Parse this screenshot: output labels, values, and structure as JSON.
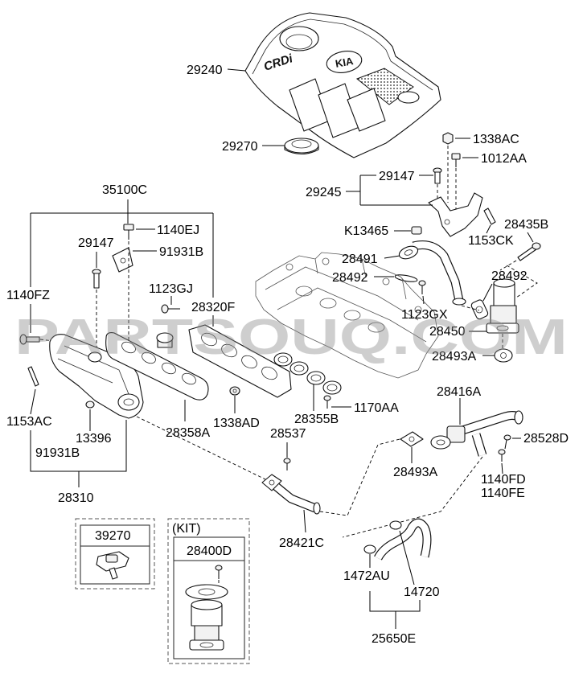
{
  "watermark": "PARTSOUQ.COM",
  "cover": {
    "badge": "CRDi",
    "logo": "KIA"
  },
  "colors": {
    "line": "#000000",
    "watermark": "#8c8c8c",
    "background": "#ffffff"
  },
  "callouts": {
    "engine_cover": "29240",
    "cover_seal": "29270",
    "nut_top": "1338AC",
    "bolt_top": "1012AA",
    "stud_top": "29147",
    "bracket_top": "29245",
    "assy_left": "35100C",
    "bolt_left_top": "1140EJ",
    "stud_left": "29147",
    "bracket_left_top": "91931B",
    "clamp_pipe": "K13465",
    "bolt_right_top": "28435B",
    "pin_bracket": "1153CK",
    "egr_pipe": "28491",
    "gasket_center": "28492",
    "gasket_right": "28492",
    "bolt_gj": "1123GJ",
    "manifold": "28320F",
    "bolt_fz": "1140FZ",
    "bolt_gx": "1123GX",
    "egr_valve": "28450",
    "gasket_egr_right": "28493A",
    "egr_cooler": "28416A",
    "bolt_aa": "1170AA",
    "nut_ad": "1338AD",
    "gasket_exhaust": "28355B",
    "gasket_manifold": "28358A",
    "stud_ac": "1153AC",
    "plug": "13396",
    "bracket_left_bottom": "91931B",
    "assy_bottom": "28310",
    "bolt_537": "28537",
    "bolt_528d": "28528D",
    "gasket_egr_center": "28493A",
    "bolt_fd": "1140FD",
    "bolt_fe": "1140FE",
    "pipe_lower": "28421C",
    "hose_clamp": "1472AU",
    "hose": "14720",
    "hose_assy": "25650E"
  },
  "kits": {
    "sensor": {
      "part": "39270"
    },
    "valve_kit": {
      "tag": "(KIT)",
      "part": "28400D"
    }
  }
}
